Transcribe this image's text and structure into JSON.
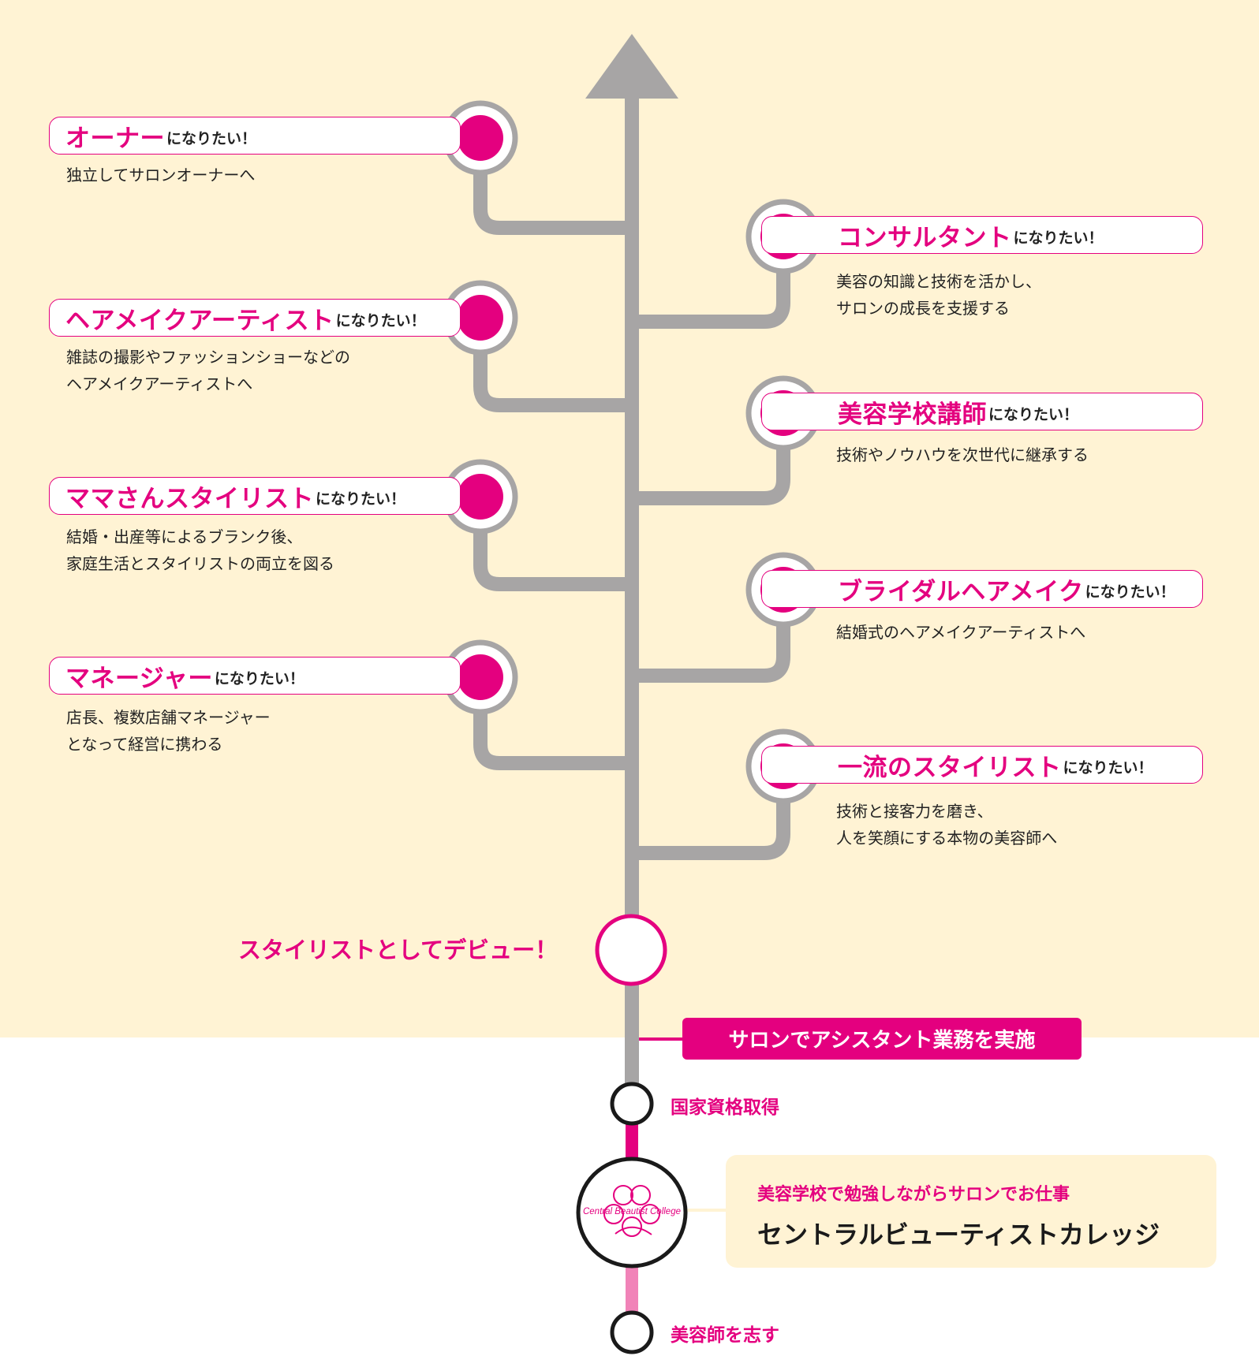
{
  "colors": {
    "background_top": "#fff3d4",
    "accent": "#e4007f",
    "line_gray": "#a7a5a5"
  },
  "suffix": "になりたい！",
  "left_goals": [
    {
      "title": "オーナー",
      "desc": [
        "独立してサロンオーナーへ"
      ]
    },
    {
      "title": "ヘアメイクアーティスト",
      "desc": [
        "雑誌の撮影やファッションショーなどの",
        "ヘアメイクアーティストへ"
      ]
    },
    {
      "title": "ママさんスタイリスト",
      "desc": [
        "結婚・出産等によるブランク後、",
        "家庭生活とスタイリストの両立を図る"
      ]
    },
    {
      "title": "マネージャー",
      "desc": [
        "店長、複数店舗マネージャー",
        "となって経営に携わる"
      ]
    }
  ],
  "right_goals": [
    {
      "title": "コンサルタント",
      "desc": [
        "美容の知識と技術を活かし、",
        "サロンの成長を支援する"
      ]
    },
    {
      "title": "美容学校講師",
      "desc": [
        "技術やノウハウを次世代に継承する"
      ]
    },
    {
      "title": "ブライダルヘアメイク",
      "desc": [
        "結婚式のヘアメイクアーティストへ"
      ]
    },
    {
      "title": "一流のスタイリスト",
      "desc": [
        "技術と接客力を磨き、",
        "人を笑顔にする本物の美容師へ"
      ]
    }
  ],
  "debut_label": "スタイリストとしてデビュー！",
  "salon_label": "サロンでアシスタント業務を実施",
  "license_label": "国家資格取得",
  "school": {
    "logo_text": "Central Beautist College",
    "subtitle": "美容学校で勉強しながらサロンでお仕事",
    "name": "セントラルビューティストカレッジ"
  },
  "start_label": "美容師を志す"
}
